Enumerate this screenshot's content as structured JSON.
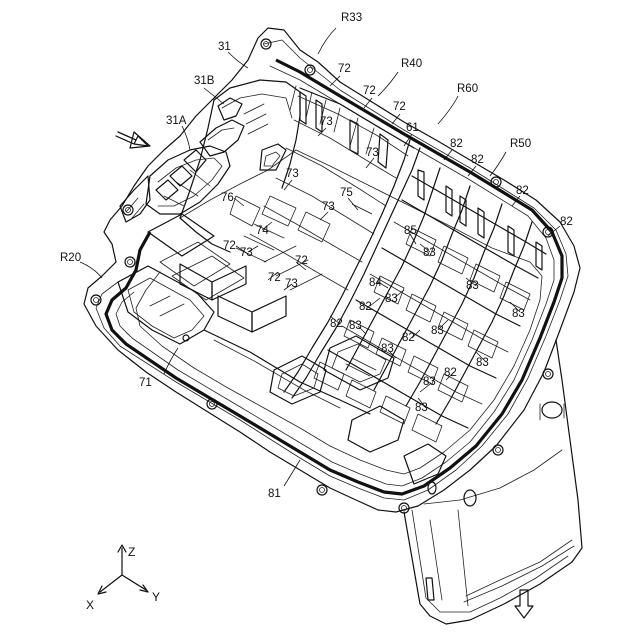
{
  "labels": [
    {
      "id": "R33",
      "text": "R33"
    },
    {
      "id": "31",
      "text": "31"
    },
    {
      "id": "72a",
      "text": "72"
    },
    {
      "id": "R40",
      "text": "R40"
    },
    {
      "id": "72b",
      "text": "72"
    },
    {
      "id": "72c",
      "text": "72"
    },
    {
      "id": "R60",
      "text": "R60"
    },
    {
      "id": "31B",
      "text": "31B"
    },
    {
      "id": "31A",
      "text": "31A"
    },
    {
      "id": "73a",
      "text": "73"
    },
    {
      "id": "61",
      "text": "61"
    },
    {
      "id": "82a",
      "text": "82"
    },
    {
      "id": "73b",
      "text": "73"
    },
    {
      "id": "82b",
      "text": "82"
    },
    {
      "id": "R50",
      "text": "R50"
    },
    {
      "id": "73c",
      "text": "73"
    },
    {
      "id": "76",
      "text": "76"
    },
    {
      "id": "75",
      "text": "75"
    },
    {
      "id": "82c",
      "text": "82"
    },
    {
      "id": "73d",
      "text": "73"
    },
    {
      "id": "74",
      "text": "74"
    },
    {
      "id": "85",
      "text": "85"
    },
    {
      "id": "82d",
      "text": "82"
    },
    {
      "id": "72d",
      "text": "72"
    },
    {
      "id": "73e",
      "text": "73"
    },
    {
      "id": "83a",
      "text": "83"
    },
    {
      "id": "R20",
      "text": "R20"
    },
    {
      "id": "72e",
      "text": "72"
    },
    {
      "id": "83b",
      "text": "83"
    },
    {
      "id": "72f",
      "text": "72"
    },
    {
      "id": "73f",
      "text": "73"
    },
    {
      "id": "84",
      "text": "84"
    },
    {
      "id": "83c",
      "text": "83"
    },
    {
      "id": "83d",
      "text": "83"
    },
    {
      "id": "82e",
      "text": "82"
    },
    {
      "id": "83e",
      "text": "83"
    },
    {
      "id": "82f",
      "text": "82"
    },
    {
      "id": "83f",
      "text": "83"
    },
    {
      "id": "83g",
      "text": "83"
    },
    {
      "id": "82g",
      "text": "82"
    },
    {
      "id": "83h",
      "text": "83"
    },
    {
      "id": "83i",
      "text": "83"
    },
    {
      "id": "71",
      "text": "71"
    },
    {
      "id": "83j",
      "text": "83"
    },
    {
      "id": "82h",
      "text": "82"
    },
    {
      "id": "83k",
      "text": "83"
    },
    {
      "id": "81",
      "text": "81"
    }
  ],
  "axes": {
    "z": "Z",
    "x": "X",
    "y": "Y"
  }
}
